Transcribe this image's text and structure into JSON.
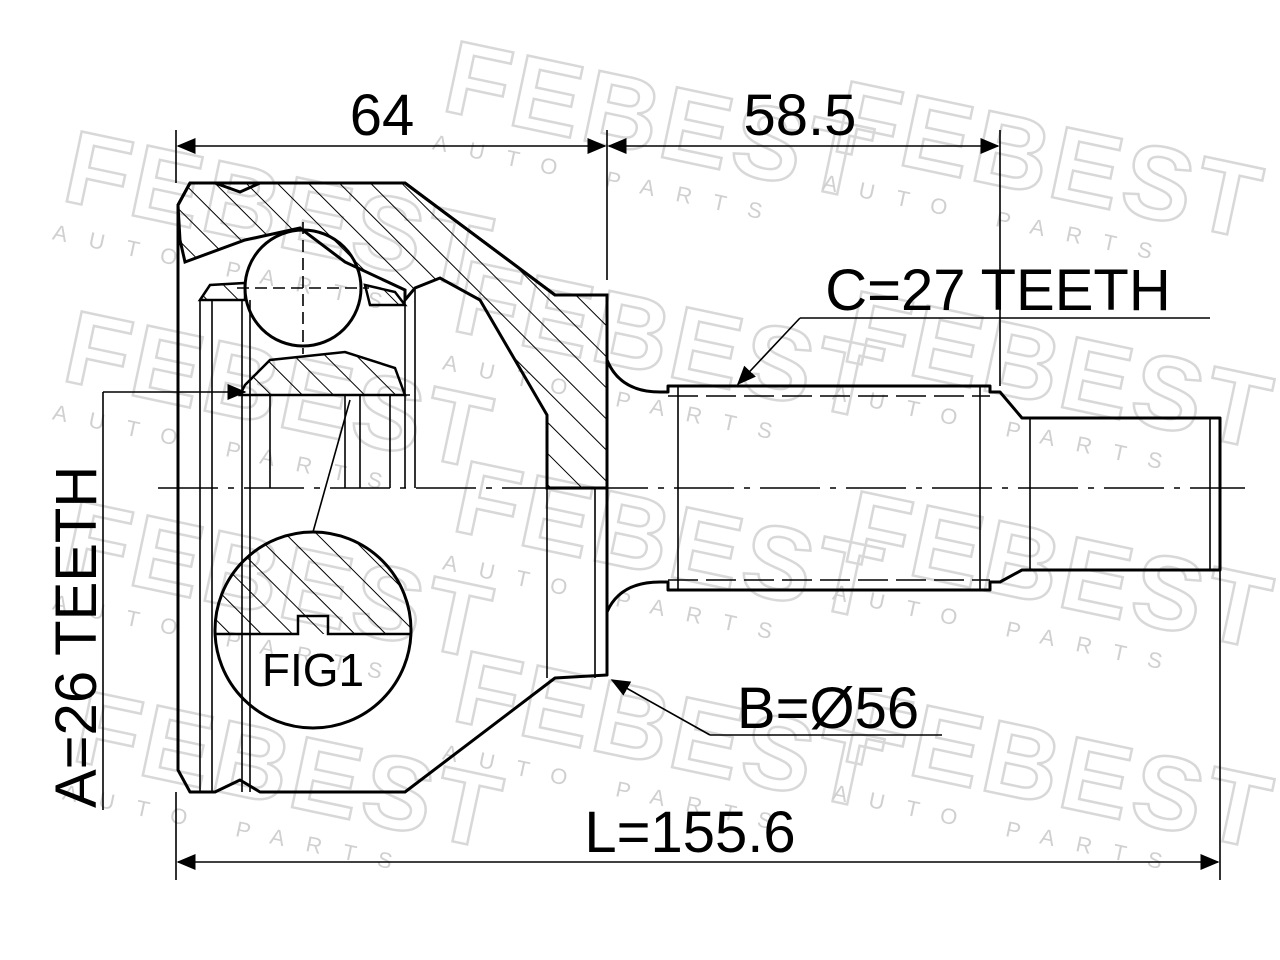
{
  "watermark": {
    "brand": "FEBEST",
    "tagline": "AUTO PARTS"
  },
  "dimensions": {
    "bell_length": "64",
    "stem_length": "58.5",
    "total_length": "L=155.6",
    "inner_teeth": "A=26 TEETH",
    "outer_teeth": "C=27 TEETH",
    "diameter": "B=Ø56"
  },
  "figure_label": "FIG1",
  "colors": {
    "line": "#000000",
    "watermark": "#d8d8d8",
    "background": "#ffffff"
  }
}
